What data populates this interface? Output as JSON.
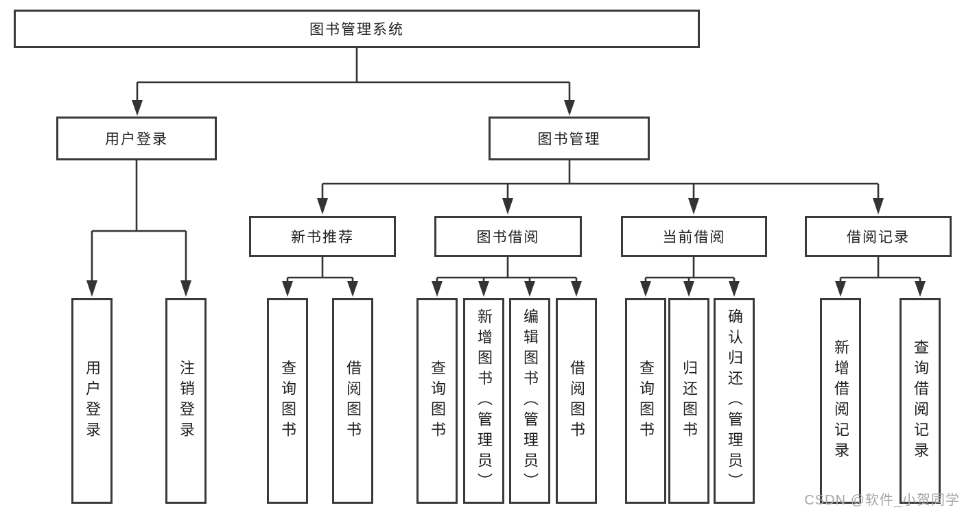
{
  "tree": {
    "root": {
      "label": "图书管理系统"
    },
    "branches": [
      {
        "label": "用户登录",
        "children": [
          {
            "label": "用户登录"
          },
          {
            "label": "注销登录"
          }
        ]
      },
      {
        "label": "图书管理",
        "children": [
          {
            "label": "新书推荐",
            "children": [
              {
                "label": "查询图书"
              },
              {
                "label": "借阅图书"
              }
            ]
          },
          {
            "label": "图书借阅",
            "children": [
              {
                "label": "查询图书"
              },
              {
                "label": "新增图书（管理员）"
              },
              {
                "label": "编辑图书（管理员）"
              },
              {
                "label": "借阅图书"
              }
            ]
          },
          {
            "label": "当前借阅",
            "children": [
              {
                "label": "查询图书"
              },
              {
                "label": "归还图书"
              },
              {
                "label": "确认归还（管理员）"
              }
            ]
          },
          {
            "label": "借阅记录",
            "children": [
              {
                "label": "新增借阅记录"
              },
              {
                "label": "查询借阅记录"
              }
            ]
          }
        ]
      }
    ]
  },
  "watermark": {
    "text": "CSDN @软件_小贺同学"
  },
  "colors": {
    "line": "#333333",
    "box_border": "#3a3a3a",
    "text": "#1f1f1f",
    "background": "#ffffff",
    "watermark": "#a8a5a5"
  }
}
